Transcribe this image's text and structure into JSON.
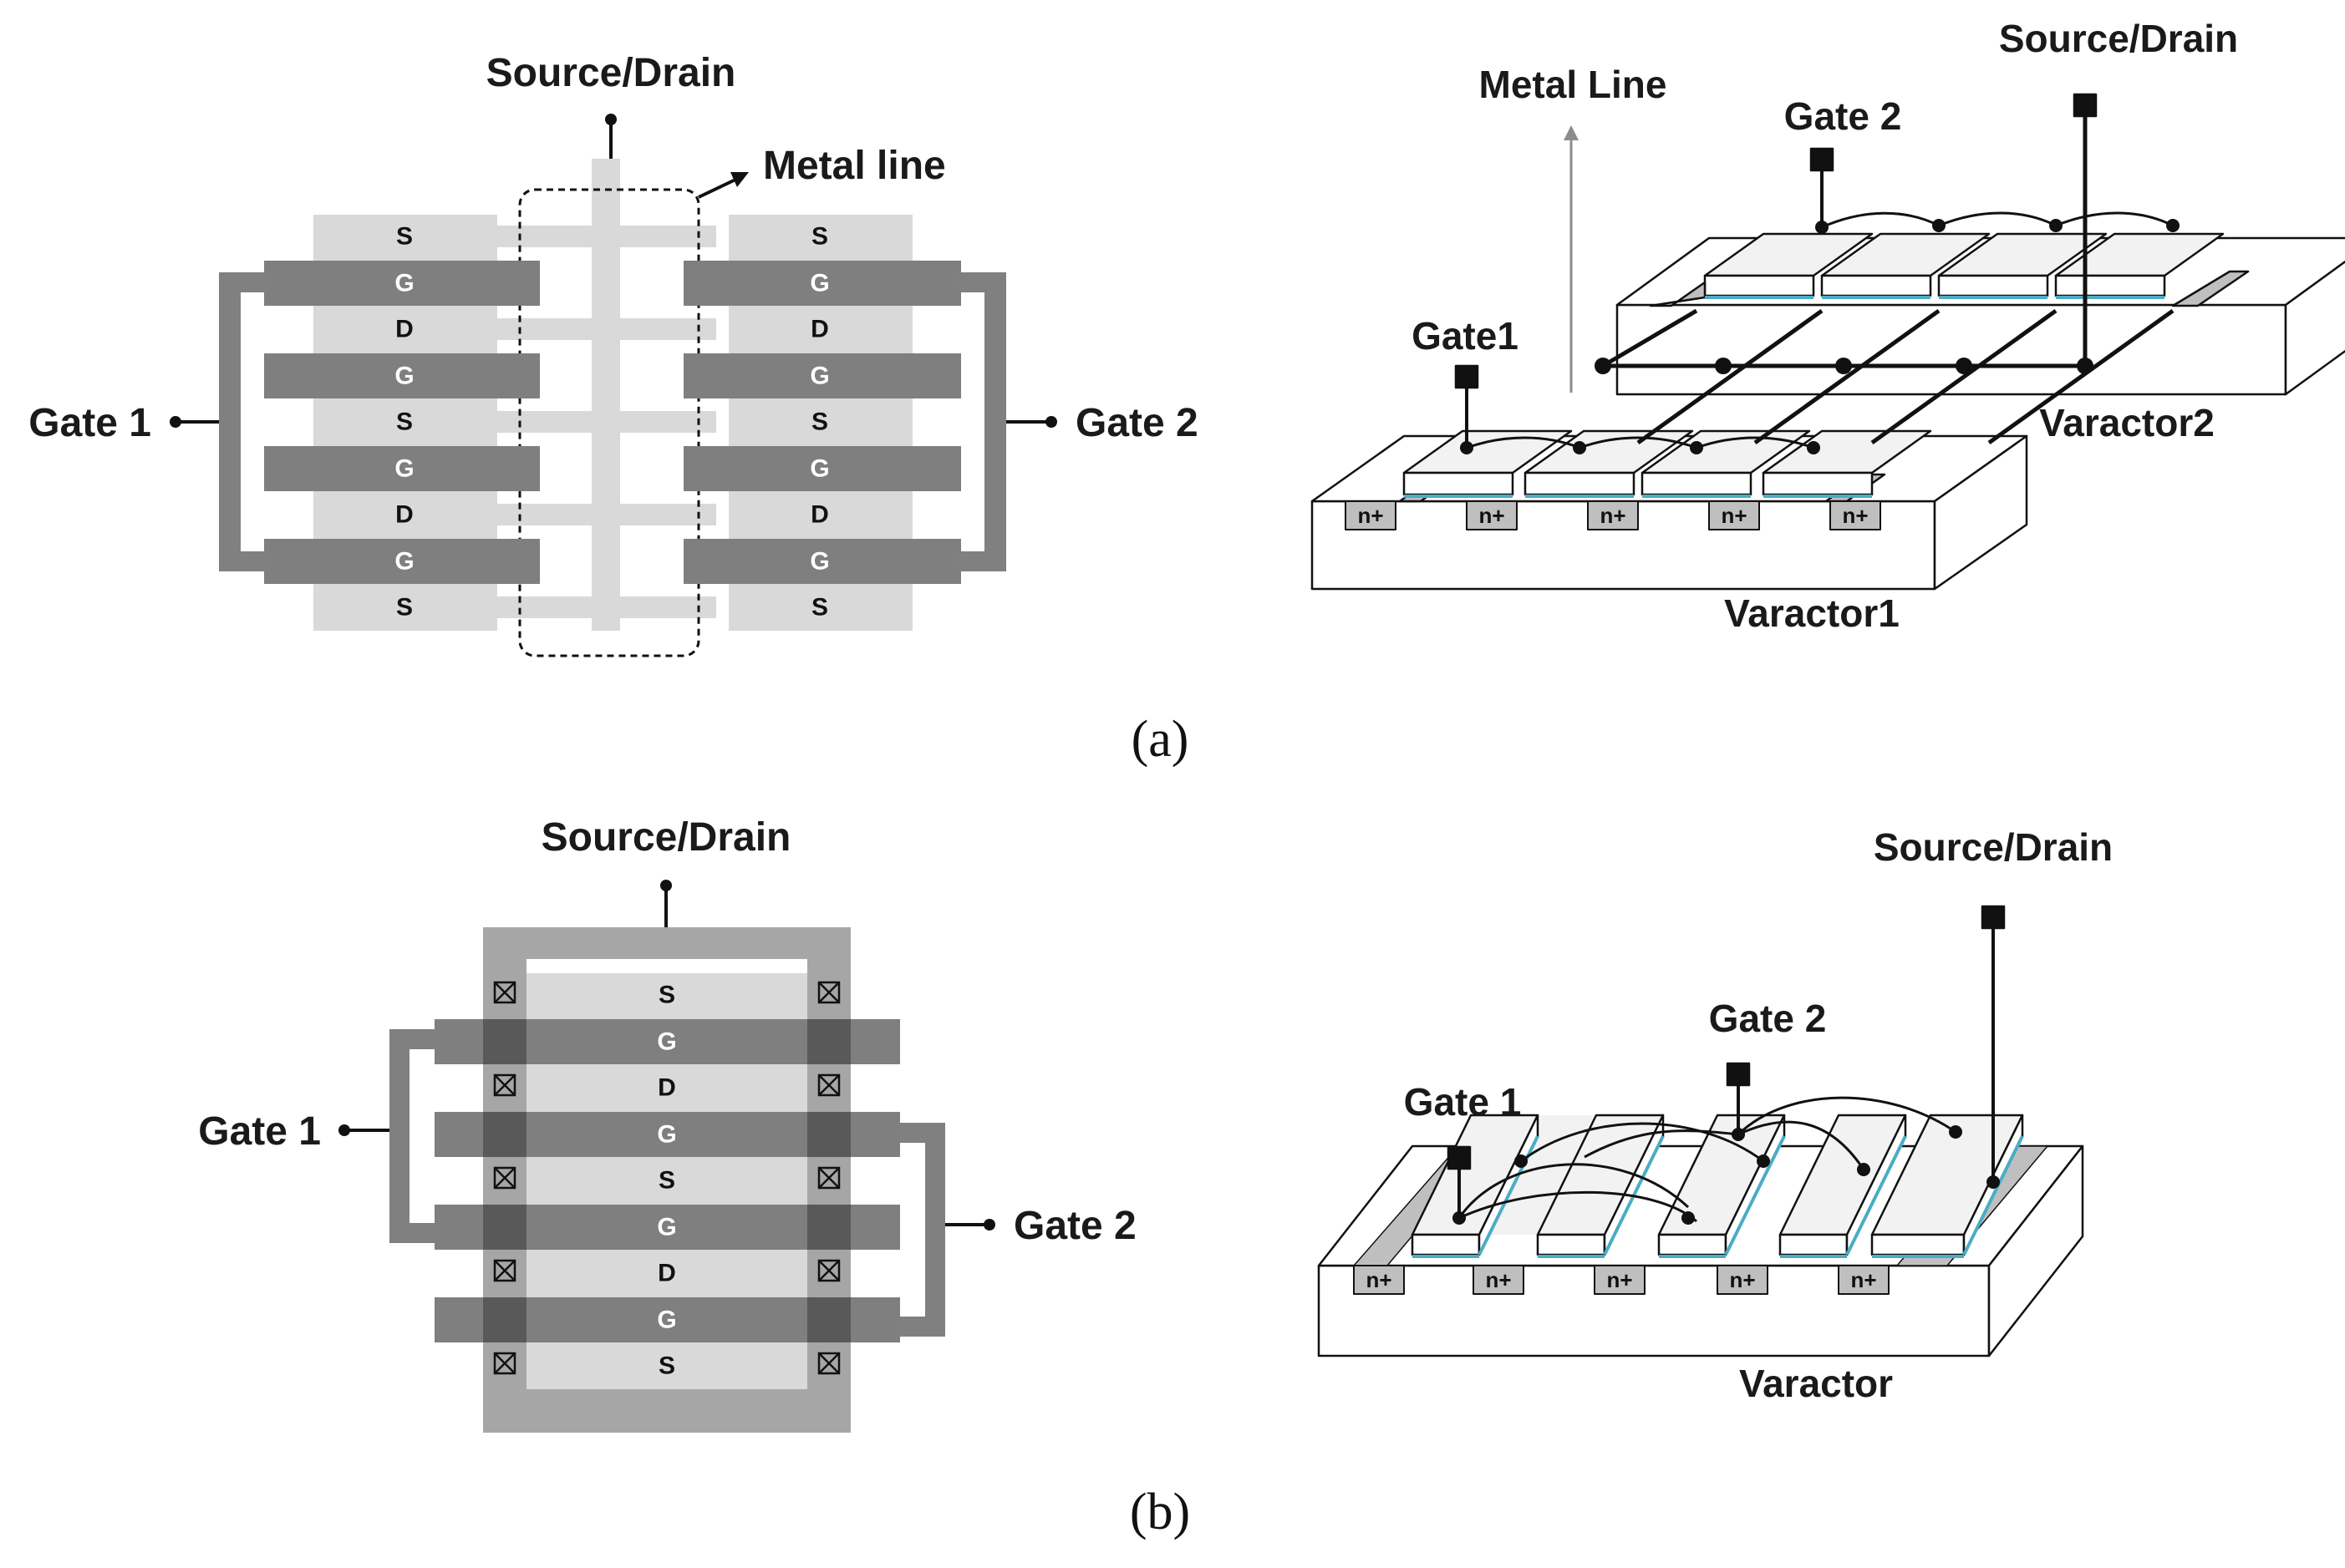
{
  "panel_a": {
    "caption": "(a)",
    "layout": {
      "top_label": "Source/Drain",
      "metal_line_label": "Metal line",
      "gate_left_label": "Gate 1",
      "gate_right_label": "Gate 2",
      "rows_left": [
        "S",
        "G",
        "D",
        "G",
        "S",
        "G",
        "D",
        "G",
        "S"
      ],
      "rows_right": [
        "S",
        "G",
        "D",
        "G",
        "S",
        "G",
        "D",
        "G",
        "S"
      ]
    },
    "three_d": {
      "metal_line_label": "Metal Line",
      "gate2_label": "Gate 2",
      "source_drain_label": "Source/Drain",
      "gate1_label": "Gate1",
      "varactor2_label": "Varactor2",
      "varactor1_label": "Varactor1",
      "implants": [
        "n+",
        "n+",
        "n+",
        "n+",
        "n+"
      ]
    }
  },
  "panel_b": {
    "caption": "(b)",
    "layout": {
      "top_label": "Source/Drain",
      "gate_left_label": "Gate 1",
      "gate_right_label": "Gate 2",
      "rows": [
        "S",
        "G",
        "D",
        "G",
        "S",
        "G",
        "D",
        "G",
        "S"
      ]
    },
    "three_d": {
      "source_drain_label": "Source/Drain",
      "gate2_label": "Gate 2",
      "gate1_label": "Gate 1",
      "varactor_label": "Varactor",
      "implants": [
        "n+",
        "n+",
        "n+",
        "n+",
        "n+"
      ]
    }
  },
  "colors": {
    "active": "#d9d9d9",
    "gate": "#7f7f7f",
    "wire": "#808080",
    "contact_dark": "#595959",
    "oxide": "#4bacc6"
  }
}
